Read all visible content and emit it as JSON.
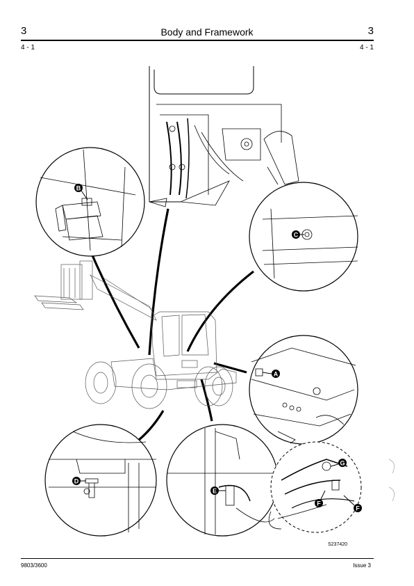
{
  "header": {
    "section_left": "3",
    "title": "Body and Framework",
    "section_right": "3",
    "page_left": "4 - 1",
    "page_right": "4 - 1"
  },
  "figure": {
    "reference": "S237420",
    "callouts": [
      "A",
      "B",
      "C",
      "D",
      "E",
      "F",
      "F",
      "G"
    ]
  },
  "footer": {
    "document_number": "9803/3600",
    "issue": "Issue 3"
  }
}
